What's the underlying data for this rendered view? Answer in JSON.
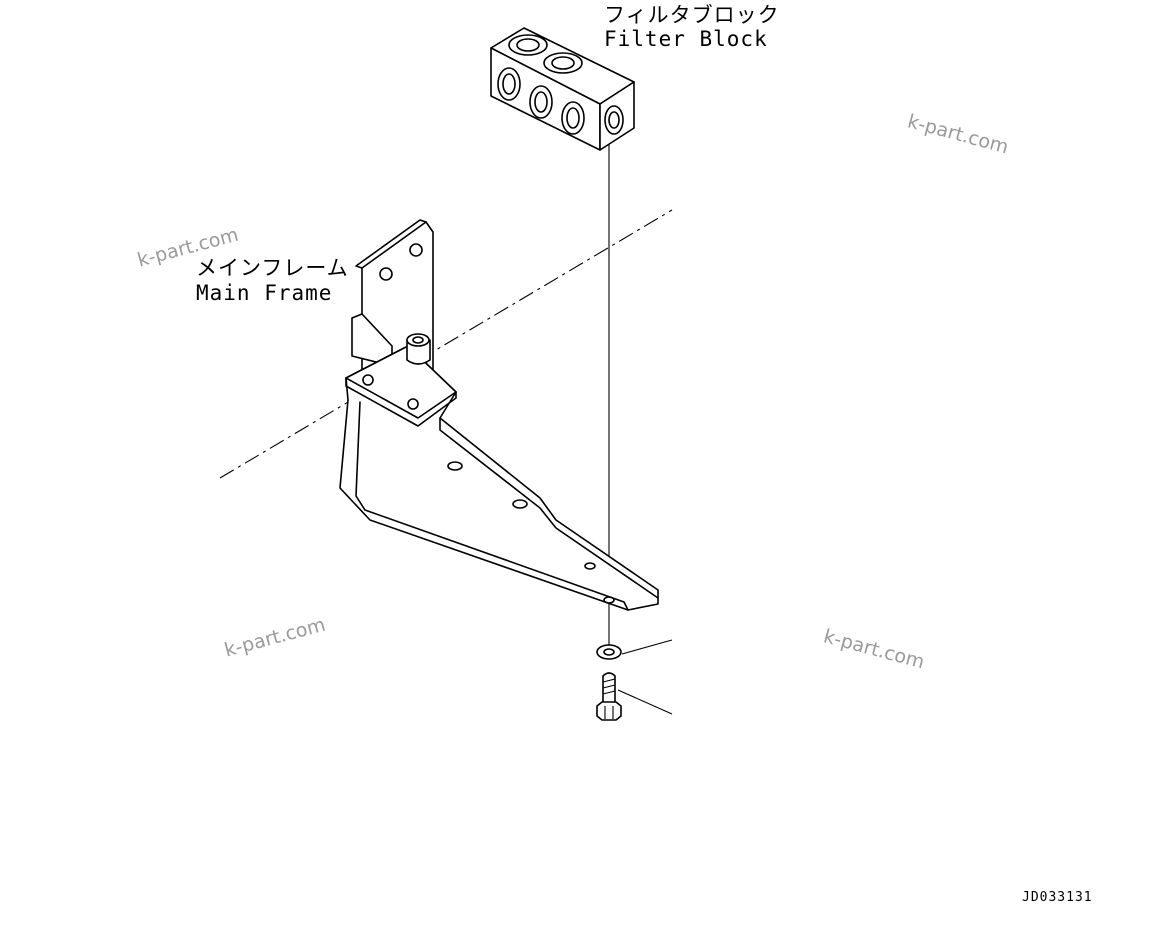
{
  "labels": {
    "filter_block_jp": "フィルタブロック",
    "filter_block_en": "Filter Block",
    "main_frame_jp": "メインフレーム",
    "main_frame_en": "Main Frame"
  },
  "watermarks": [
    "k-part.com",
    "k-part.com",
    "k-part.com",
    "k-part.com"
  ],
  "drawing_code": "JD033131"
}
